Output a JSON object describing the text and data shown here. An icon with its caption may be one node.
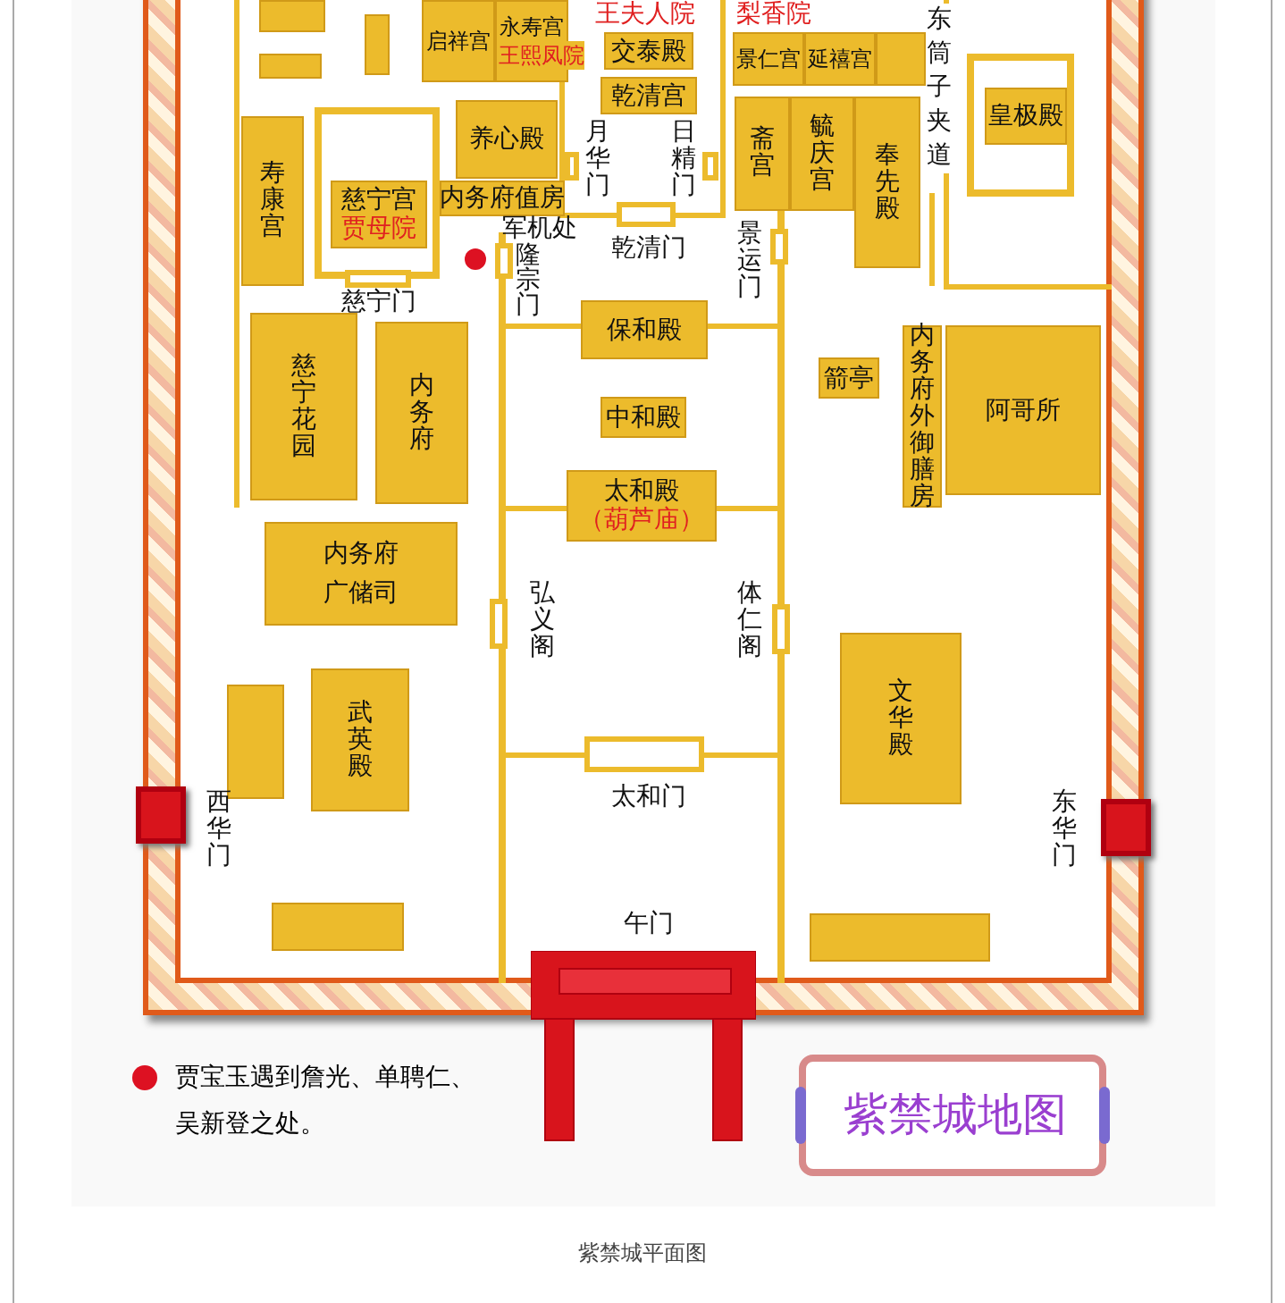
{
  "diagram": {
    "title": "紫禁城地图",
    "caption": "紫禁城平面图",
    "nodes": [
      {
        "text": [],
        "shape": "box"
      },
      {
        "text": [
          "启祥宫"
        ]
      },
      {
        "text": [
          "永寿宫",
          "王熙凤院"
        ]
      },
      {
        "text": [
          "交泰殿"
        ]
      },
      {
        "text": [
          "景仁宫"
        ]
      },
      {
        "text": [
          "延禧宫"
        ]
      },
      {
        "text": [],
        "shape": "box"
      },
      {
        "text": [],
        "shape": "box"
      },
      {
        "text": [],
        "shape": "box"
      },
      {
        "text": [
          "乾清宫"
        ]
      },
      {
        "text": [],
        "shape": "box"
      },
      {
        "text": [
          "皇极殿"
        ],
        "in": 10
      },
      {
        "text": [
          "养心殿"
        ]
      },
      {
        "text": [],
        "shape": "box"
      },
      {
        "text": [
          "慈宁宫",
          "贾母院"
        ],
        "in": 13
      },
      {
        "text": [
          "寿康宫"
        ]
      },
      {
        "text": [
          "斋宫"
        ]
      },
      {
        "text": [
          "毓庆宫"
        ]
      },
      {
        "text": [
          "奉先殿"
        ]
      },
      {
        "text": [
          "月华门"
        ]
      },
      {
        "text": [
          "日精门"
        ]
      },
      {
        "text": [
          "内务府值房"
        ]
      },
      {
        "text": [
          "乾清门"
        ]
      },
      {
        "text": [
          "隆宗门"
        ]
      },
      {
        "text": [
          "景运门"
        ]
      },
      {
        "text": [
          "慈宁门"
        ]
      },
      {
        "text": [
          "慈宁花园"
        ]
      },
      {
        "text": [
          "内务府"
        ]
      },
      {
        "text": [
          "保和殿"
        ]
      },
      {
        "text": [
          "箭亭"
        ]
      },
      {
        "text": [
          "内务府外御膳房"
        ]
      },
      {
        "text": [
          "阿哥所"
        ]
      },
      {
        "text": [
          "中和殿"
        ]
      },
      {
        "text": [
          "太和殿",
          "（葫芦庙）"
        ]
      },
      {
        "text": [
          "内务府广储司"
        ]
      },
      {
        "text": [
          "弘义阁"
        ]
      },
      {
        "text": [
          "体仁阁"
        ]
      },
      {
        "text": [],
        "shape": "box"
      },
      {
        "text": [
          "武英殿"
        ]
      },
      {
        "text": [
          "文华殿"
        ]
      },
      {
        "text": [
          "太和门"
        ]
      },
      {
        "text": [
          "西华门"
        ]
      },
      {
        "text": [
          "东华门"
        ]
      },
      {
        "text": [],
        "shape": "box"
      },
      {
        "text": [
          "午门"
        ]
      },
      {
        "text": [],
        "shape": "box"
      }
    ],
    "labels": [
      "王夫人院",
      "梨香院",
      "东筒子夹道",
      "军机处"
    ],
    "legend": [
      {
        "text": "贾宝玉遇到詹光、单聘仁、吴新登之处。",
        "color": "#dd1122"
      }
    ]
  }
}
